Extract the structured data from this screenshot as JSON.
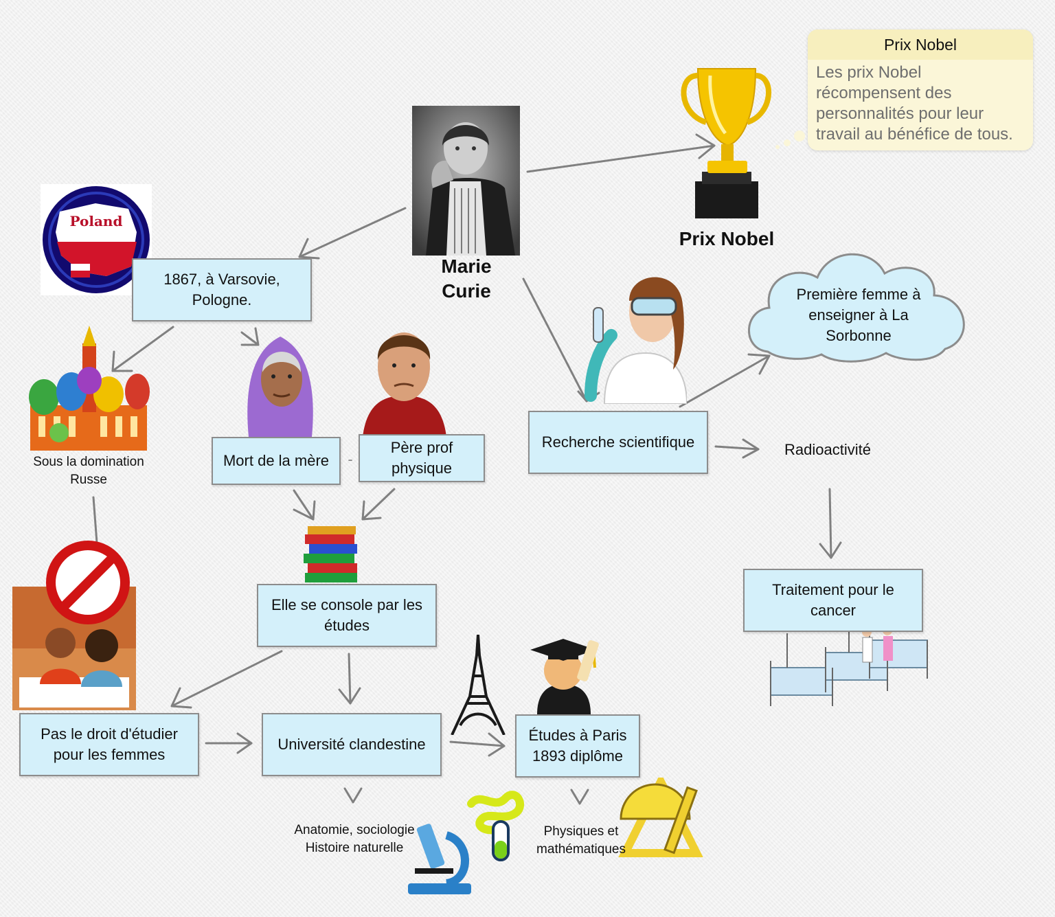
{
  "nodes": {
    "birth": "1867, à Varsovie, Pologne.",
    "mother_death": "Mort de la mère",
    "dash": "-",
    "father": "Père prof physique",
    "console": "Elle se console par les études",
    "no_right": "Pas le droit d'étudier pour les femmes",
    "clandestine": "Université clandestine",
    "paris": "Études à Paris 1893 diplôme",
    "research": "Recherche scientifique",
    "cancer": "Traitement pour le cancer",
    "first_woman": "Première femme à enseigner à La Sorbonne"
  },
  "labels": {
    "marie": "Marie Curie",
    "prix_nobel": "Prix Nobel",
    "russian": "Sous la domination Russe",
    "radioactivity": "Radioactivité",
    "anatomy": "Anatomie, sociologie Histoire naturelle",
    "physics": "Physiques et mathématiques",
    "poland_badge": "Poland"
  },
  "note": {
    "title": "Prix Nobel",
    "body": "Les prix Nobel récompensent des personnalités pour leur travail au bénéfice de tous."
  },
  "icons": [
    "portrait-icon",
    "trophy-icon",
    "poland-map-icon",
    "cathedral-icon",
    "old-woman-icon",
    "father-icon",
    "books-icon",
    "prohibited-sign-icon",
    "children-studying-icon",
    "scientist-icon",
    "eiffel-tower-icon",
    "graduate-icon",
    "microscope-icon",
    "test-tube-icon",
    "geometry-tools-icon",
    "hospital-beds-icon",
    "cloud-shape"
  ],
  "colors": {
    "box_fill": "#d4f0fa",
    "box_border": "#8c8c8c",
    "note_fill": "#fbf6d8",
    "note_header": "#f7efbe",
    "arrow": "#808080"
  }
}
